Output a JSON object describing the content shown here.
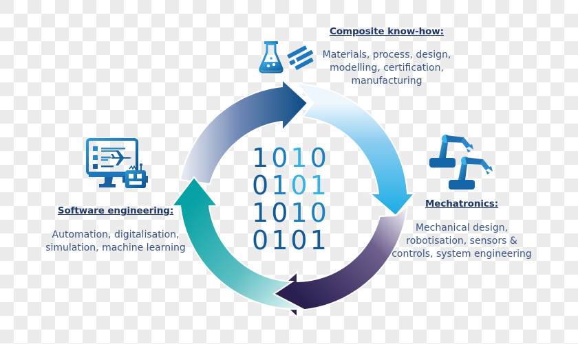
{
  "diagram": {
    "type": "cycle",
    "center_graphic": {
      "binary_rows": [
        "1010",
        "0101",
        "1010",
        "0101"
      ]
    },
    "segments": [
      {
        "id": "composite",
        "heading": "Composite know-how:",
        "description_lines": [
          "Materials, process, design,",
          "modelling, certification,",
          "manufacturing"
        ],
        "icon": "flask-and-fibers-icon",
        "arrow_color_start": "#d6dbea",
        "arrow_color_end": "#0b4c85"
      },
      {
        "id": "mechatronics",
        "heading": "Mechatronics:",
        "description_lines": [
          "Mechanical design,",
          "robotisation, sensors &",
          "controls, system engineering"
        ],
        "icon": "robotic-arms-icon",
        "arrow_color_start": "#e3f1fb",
        "arrow_color_end": "#22aee6"
      },
      {
        "id": "software",
        "heading": "Software engineering:",
        "description_lines": [
          "Automation, digitalisation,",
          "simulation, machine learning"
        ],
        "icon": "computer-robot-icon",
        "arrow_color_start": "#e0f3f3",
        "arrow_color_end": "#06a3a6"
      },
      {
        "id": "integration",
        "arrow_color_start": "#e9e6ef",
        "arrow_color_end": "#2c2150"
      }
    ]
  },
  "colors": {
    "heading": "#1f3866",
    "text": "#3a5585",
    "binary_dark": "#135b97",
    "binary_mid": "#1b7fc0",
    "binary_light": "#35b3e6",
    "checker_grey": "#ececec"
  }
}
